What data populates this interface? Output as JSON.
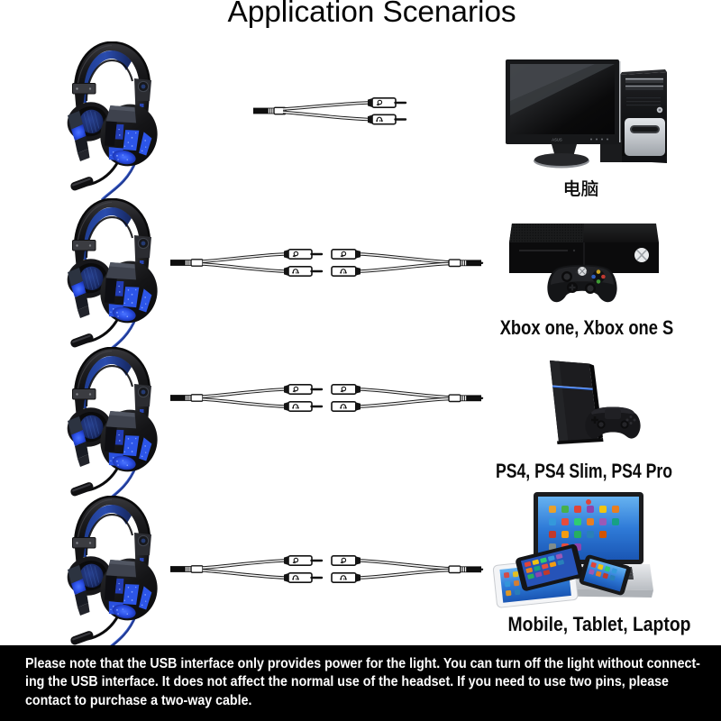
{
  "title": "Application Scenarios",
  "colors": {
    "background": "#ffffff",
    "accent_blue": "#2a50e0",
    "headset_led_blue": "#2b52e8",
    "footer_bg": "#000000",
    "footer_text": "#ffffff",
    "label_text": "#0a0a0a"
  },
  "monitor_brand": "ASUS",
  "rows": [
    {
      "headset": "gaming-headset-black-blue-led",
      "cable": {
        "type": "y-splitter",
        "left_end": "female-jack",
        "plug_icons": [
          "mic-icon",
          "headphone-icon"
        ]
      },
      "device": "desktop-computer",
      "device_label": "电脑"
    },
    {
      "headset": "gaming-headset-black-blue-led",
      "cable": {
        "type": "y-splitter-with-extension",
        "plug_icons": [
          "mic-icon",
          "headphone-icon"
        ]
      },
      "device": "xbox-one-console-with-controller",
      "device_label": "Xbox one, Xbox one S"
    },
    {
      "headset": "gaming-headset-black-blue-led",
      "cable": {
        "type": "y-splitter-with-extension",
        "plug_icons": [
          "mic-icon",
          "headphone-icon"
        ]
      },
      "device": "ps4-console-with-controller",
      "device_label": "PS4, PS4 Slim, PS4 Pro"
    },
    {
      "headset": "gaming-headset-black-blue-led",
      "cable": {
        "type": "y-splitter-with-extension",
        "plug_icons": [
          "mic-icon",
          "headphone-icon"
        ]
      },
      "device": "mobile-tablet-laptop",
      "device_label": "Mobile, Tablet, Laptop"
    }
  ],
  "footer": {
    "lines": [
      "Please note that the USB interface only provides power for the light. You can turn off the light without connect-",
      "ing the USB interface. It does not affect the normal use of the headset. If you need to use two pins, please",
      "contact to purchase a two-way cable."
    ]
  }
}
